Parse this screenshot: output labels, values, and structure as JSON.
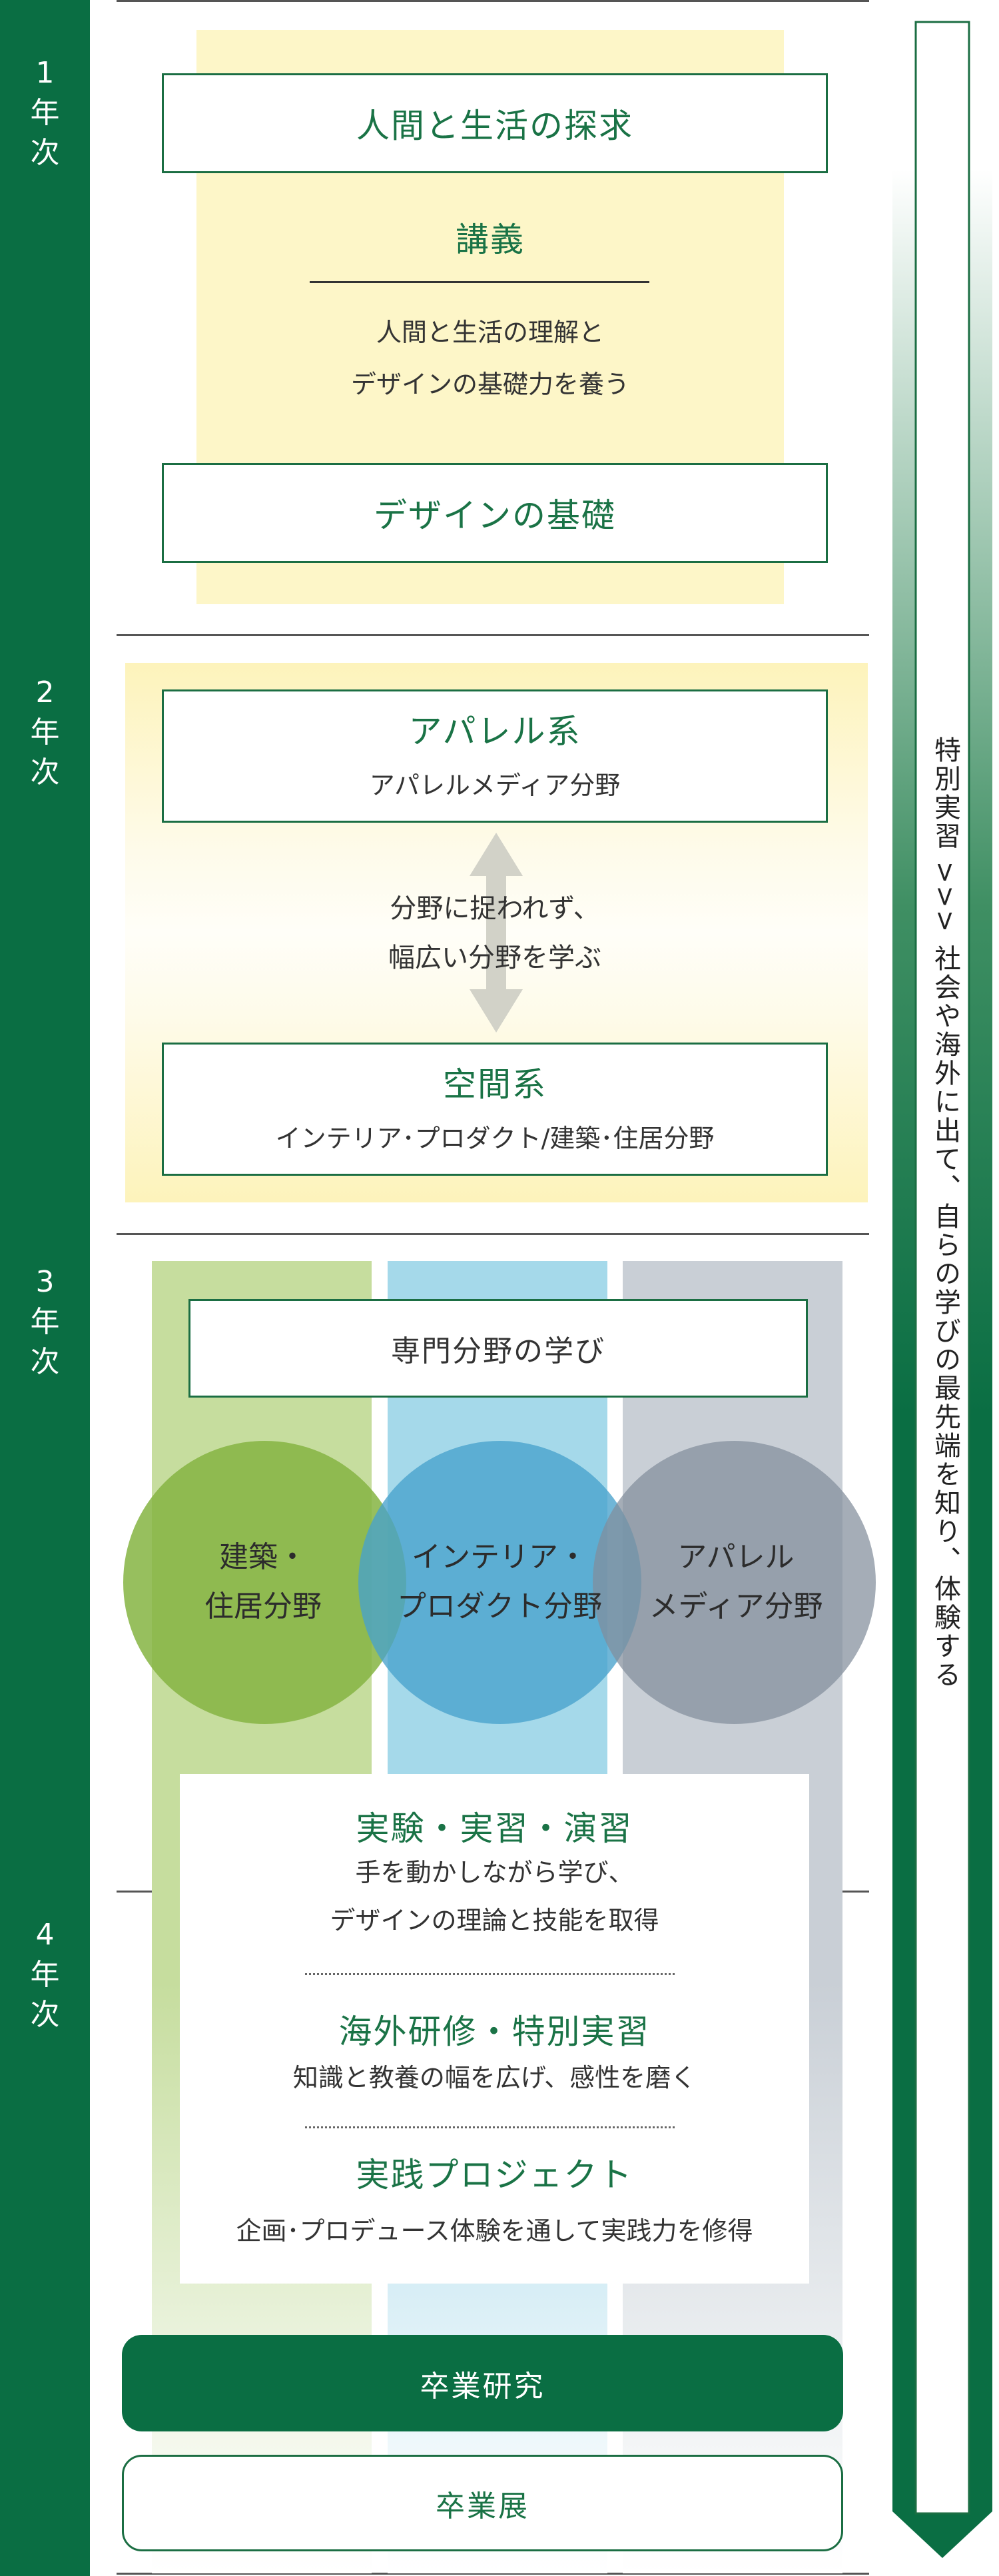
{
  "years": [
    {
      "num": "1",
      "suffix1": "年",
      "suffix2": "次"
    },
    {
      "num": "2",
      "suffix1": "年",
      "suffix2": "次"
    },
    {
      "num": "3",
      "suffix1": "年",
      "suffix2": "次"
    },
    {
      "num": "4",
      "suffix1": "年",
      "suffix2": "次"
    }
  ],
  "year1": {
    "top_box": "人間と生活の探求",
    "lecture_title": "講義",
    "lecture_line1": "人間と生活の理解と",
    "lecture_line2": "デザインの基礎力を養う",
    "bottom_box": "デザインの基礎"
  },
  "year2": {
    "apparel_title": "アパレル系",
    "apparel_sub": "アパレルメディア分野",
    "middle_line1": "分野に捉われず、",
    "middle_line2": "幅広い分野を学ぶ",
    "space_title": "空間系",
    "space_sub": "インテリア･プロダクト/建築･住居分野"
  },
  "year3": {
    "specialty_box": "専門分野の学び",
    "circles": [
      {
        "line1": "建築・",
        "line2": "住居分野",
        "color": "#8fb84e"
      },
      {
        "line1": "インテリア・",
        "line2": "プロダクト分野",
        "color": "#5aaed0"
      },
      {
        "line1": "アパレル",
        "line2": "メディア分野",
        "color": "#8f9aa6"
      }
    ]
  },
  "activities": [
    {
      "title": "実験・実習・演習",
      "line1": "手を動かしながら学び、",
      "line2": "デザインの理論と技能を取得"
    },
    {
      "title": "海外研修・特別実習",
      "line1": "知識と教養の幅を広げ、感性を磨く"
    },
    {
      "title": "実践プロジェクト",
      "line1": "企画･プロデュース体験を通して実践力を修得"
    }
  ],
  "graduation_research": "卒業研究",
  "graduation_exhibition": "卒業展",
  "side_text": "特別実習 >>> 社会や海外に出て、自らの学びの最先端を知り、体験する",
  "colors": {
    "brand_green": "#0a6e43",
    "year1_band": "#fdf6c8",
    "column_green": "#c6dd9e",
    "column_blue": "#a5d9ea",
    "column_gray": "#c9cfd6"
  }
}
